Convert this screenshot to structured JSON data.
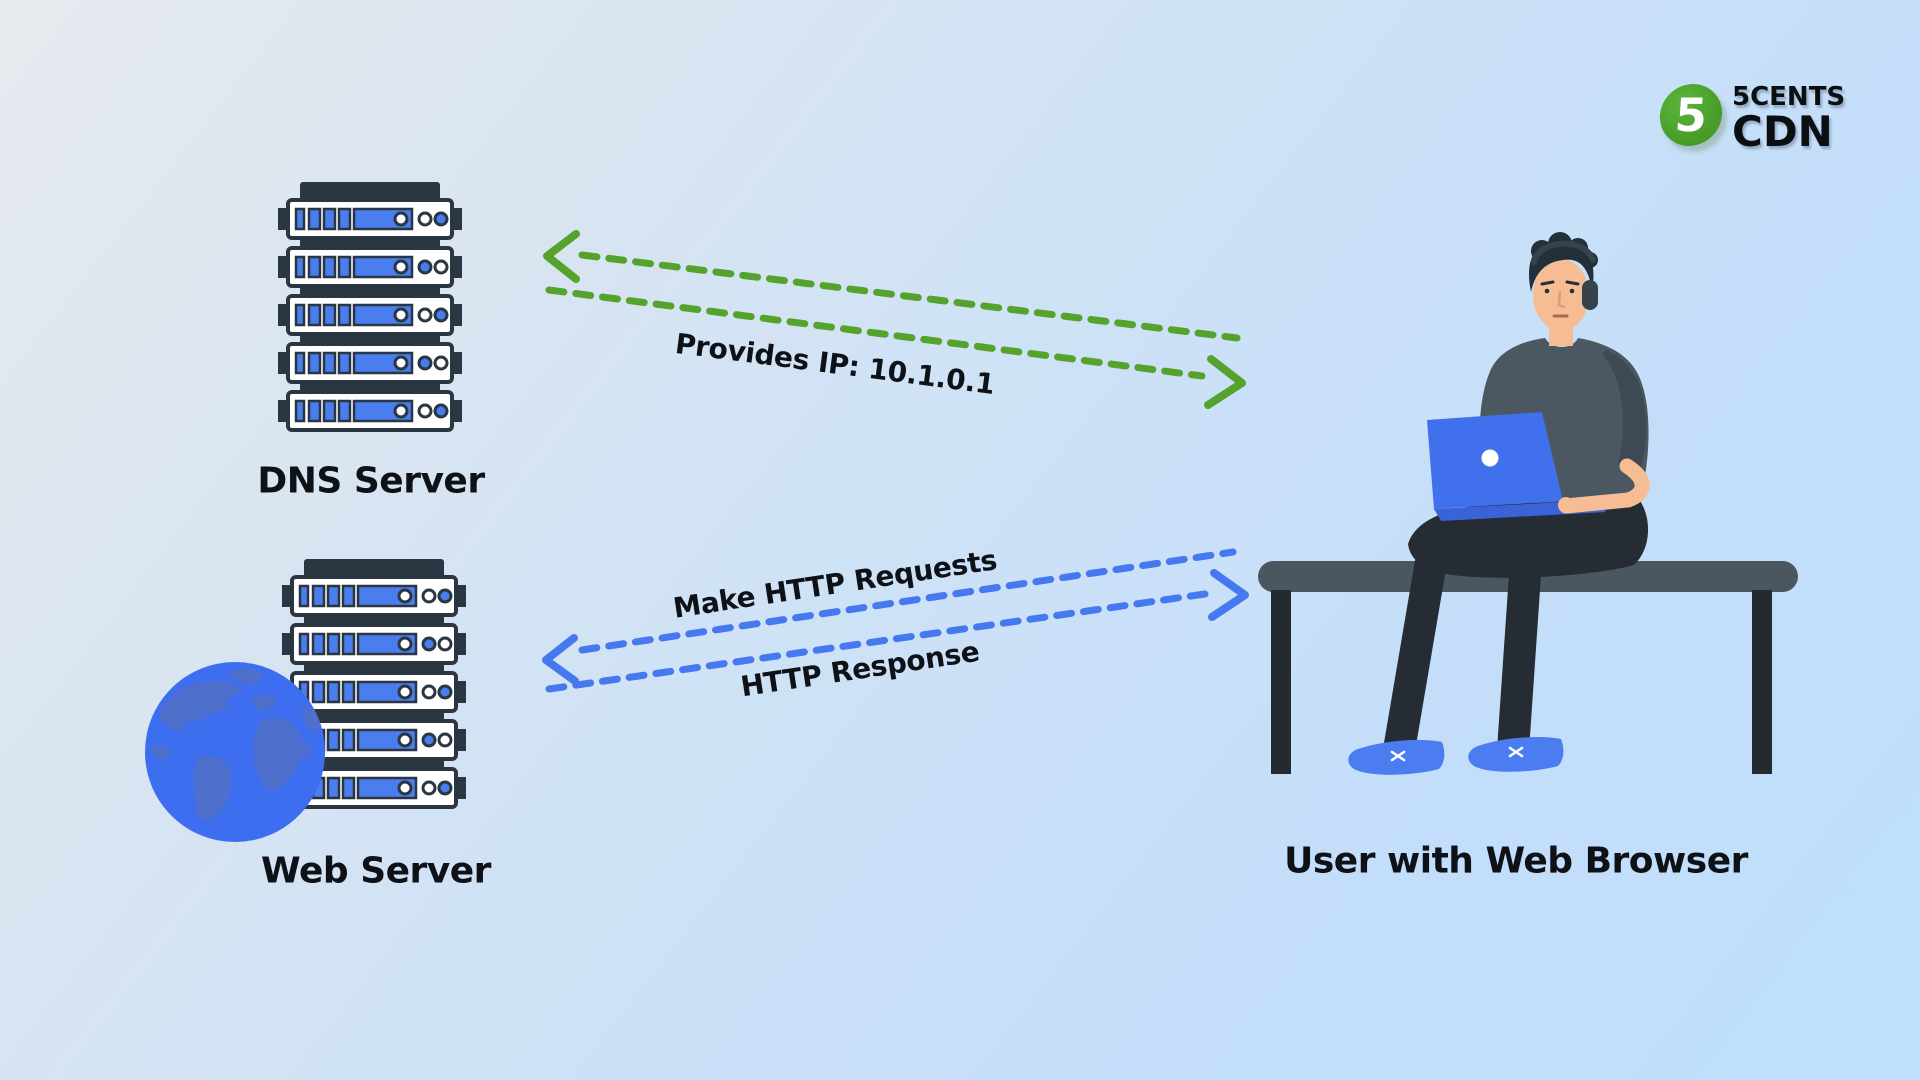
{
  "logo": {
    "badge": "5",
    "name_top": "5CENTS",
    "name_bottom": "CDN"
  },
  "nodes": {
    "dns": {
      "label": "DNS Server"
    },
    "web": {
      "label": "Web Server"
    },
    "user": {
      "label": "User with Web Browser"
    }
  },
  "flows": {
    "dns_response": {
      "label": "Provides IP: 10.1.0.1",
      "color": "#55a32d"
    },
    "http_request": {
      "label": "Make HTTP Requests",
      "color": "#4679f0"
    },
    "http_response": {
      "label": "HTTP Response",
      "color": "#4679f0"
    }
  },
  "colors": {
    "background_start": "#e6eaef",
    "background_end": "#bfdffc",
    "accent_blue": "#4a7dee",
    "accent_green": "#55a32d",
    "rack_dark": "#2a3742",
    "globe_ocean": "#3d6ef0",
    "globe_land": "#4f6fcd",
    "text": "#0e1116"
  }
}
